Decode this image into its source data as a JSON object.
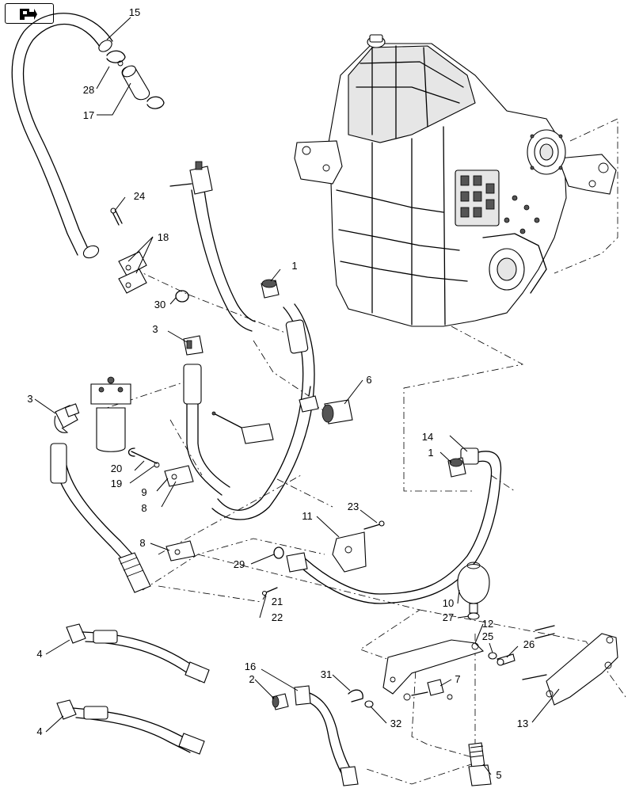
{
  "diagram": {
    "icons": {
      "navigation": "flag-arrow-icon"
    },
    "callouts": [
      {
        "id": "c15a",
        "label": "15"
      },
      {
        "id": "c28",
        "label": "28"
      },
      {
        "id": "c17",
        "label": "17"
      },
      {
        "id": "c24",
        "label": "24"
      },
      {
        "id": "c18",
        "label": "18"
      },
      {
        "id": "c30",
        "label": "30"
      },
      {
        "id": "c1a",
        "label": "1"
      },
      {
        "id": "c3a",
        "label": "3"
      },
      {
        "id": "c3b",
        "label": "3"
      },
      {
        "id": "c6",
        "label": "6"
      },
      {
        "id": "c14",
        "label": "14"
      },
      {
        "id": "c1b",
        "label": "1"
      },
      {
        "id": "c20",
        "label": "20"
      },
      {
        "id": "c19",
        "label": "19"
      },
      {
        "id": "c9",
        "label": "9"
      },
      {
        "id": "c8a",
        "label": "8"
      },
      {
        "id": "c23",
        "label": "23"
      },
      {
        "id": "c11",
        "label": "11"
      },
      {
        "id": "c8b",
        "label": "8"
      },
      {
        "id": "c29",
        "label": "29"
      },
      {
        "id": "c21",
        "label": "21"
      },
      {
        "id": "c22",
        "label": "22"
      },
      {
        "id": "c10",
        "label": "10"
      },
      {
        "id": "c27",
        "label": "27"
      },
      {
        "id": "c12",
        "label": "12"
      },
      {
        "id": "c25",
        "label": "25"
      },
      {
        "id": "c26",
        "label": "26"
      },
      {
        "id": "c4a",
        "label": "4"
      },
      {
        "id": "c16",
        "label": "16"
      },
      {
        "id": "c2",
        "label": "2"
      },
      {
        "id": "c31",
        "label": "31"
      },
      {
        "id": "c7",
        "label": "7"
      },
      {
        "id": "c32",
        "label": "32"
      },
      {
        "id": "c13",
        "label": "13"
      },
      {
        "id": "c4b",
        "label": "4"
      },
      {
        "id": "c5",
        "label": "5"
      }
    ]
  }
}
